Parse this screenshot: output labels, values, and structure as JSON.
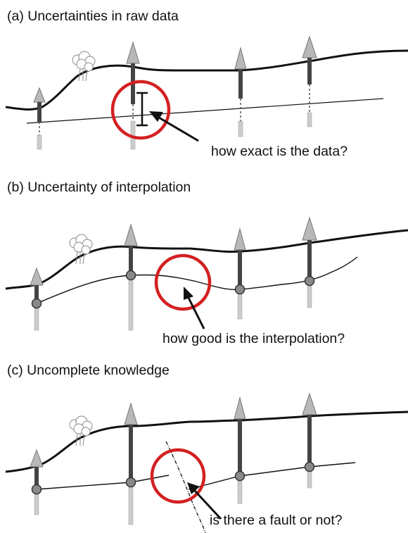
{
  "panels": [
    {
      "title": "(a) Uncertainties in raw data",
      "question": "how exact is the data?"
    },
    {
      "title": "(b) Uncertainty of interpolation",
      "question": "how good is the interpolation?"
    },
    {
      "title": "(c) Uncomplete knowledge",
      "question": "is there a fault or not?"
    }
  ],
  "colors": {
    "terrain": "#111111",
    "marker": "#d42020",
    "borehole-top": "#444444",
    "borehole-bottom": "#cccccc",
    "triangle": "#b8b8b8",
    "node": "#8a8a8a"
  }
}
